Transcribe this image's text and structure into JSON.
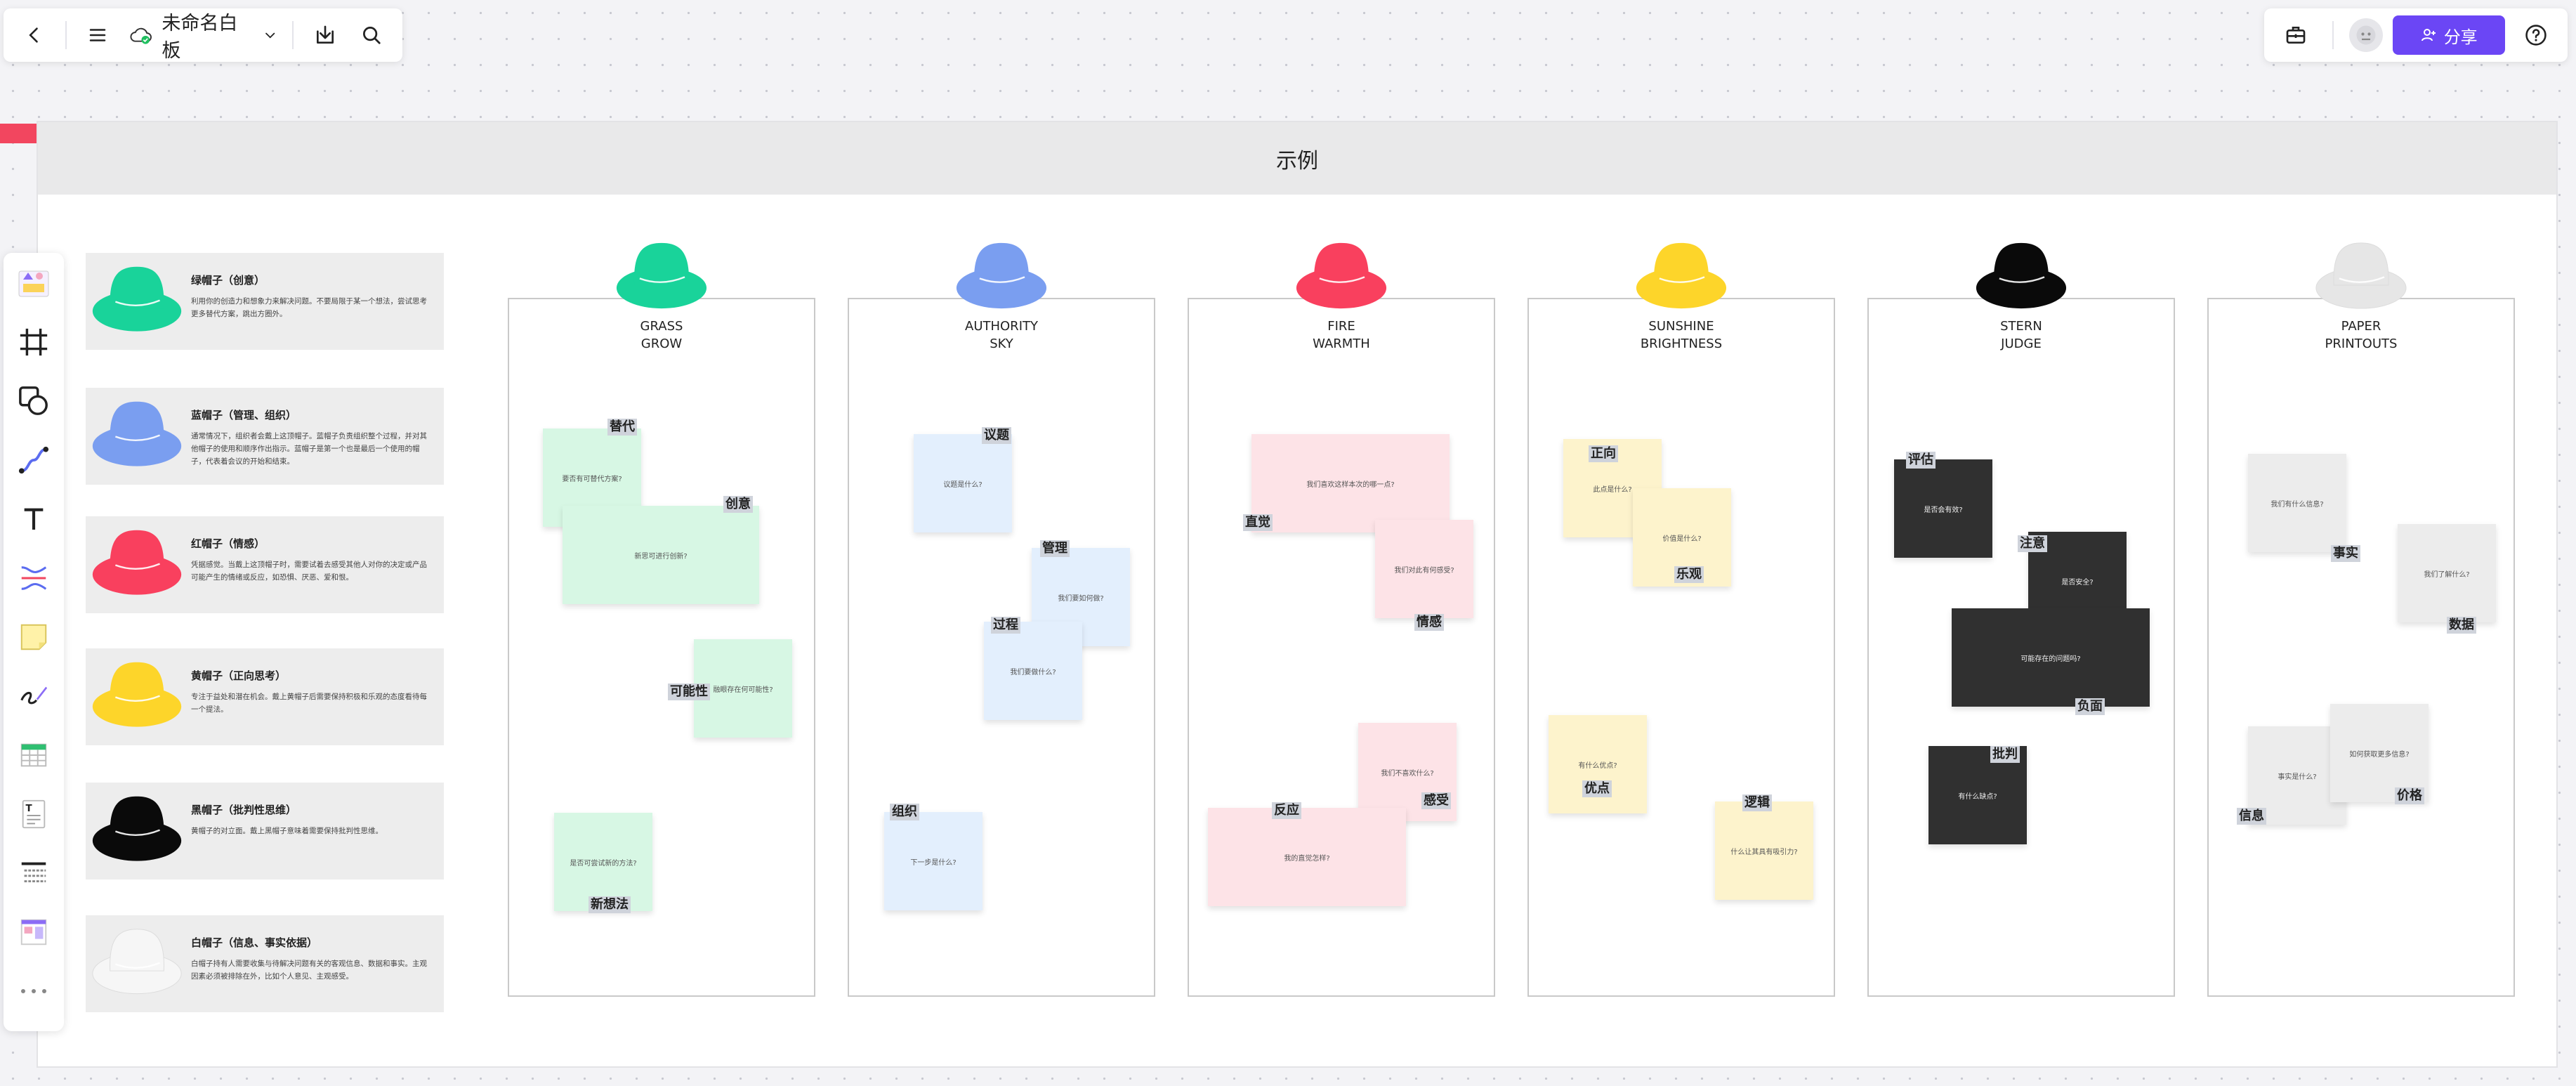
{
  "toolbar": {
    "title": "未命名白板"
  },
  "right_toolbar": {
    "share_label": "分享"
  },
  "frame": {
    "title": "示例"
  },
  "legend": [
    {
      "color": "#19d39a",
      "title": "绿帽子（创意）",
      "desc": "利用你的创造力和想象力来解决问题。不要局限于某一个想法，尝试思考更多替代方案，跳出方圈外。"
    },
    {
      "color": "#7a9ef0",
      "title": "蓝帽子（管理、组织）",
      "desc": "通常情况下，组织者会戴上这顶帽子。蓝帽子负责组织整个过程，并对其他帽子的使用和顺序作出指示。蓝帽子是第一个也是最后一个使用的帽子，代表着会议的开始和结束。"
    },
    {
      "color": "#f9405e",
      "title": "红帽子（情感）",
      "desc": "凭据感觉。当戴上这顶帽子时，需要试着去感受其他人对你的决定或产品可能产生的情绪或反应，如恐惧、厌恶、爱和恨。"
    },
    {
      "color": "#fdd52a",
      "title": "黄帽子（正向思考）",
      "desc": "专注于益处和潜在机会。戴上黄帽子后需要保持积极和乐观的态度看待每一个提法。"
    },
    {
      "color": "#0a0a0a",
      "title": "黑帽子（批判性思维）",
      "desc": "黄帽子的对立面。戴上黑帽子意味着需要保持批判性思维。"
    },
    {
      "color": "#f6f6f6",
      "title": "白帽子（信息、事实依据）",
      "desc": "白帽子持有人需要收集与待解决问题有关的客观信息、数据和事实。主观因素必须被排除在外，比如个人意见、主观感受。"
    }
  ],
  "columns": [
    {
      "color": "#19d39a",
      "line1": "GRASS",
      "line2": "GROW"
    },
    {
      "color": "#7a9ef0",
      "line1": "AUTHORITY",
      "line2": "SKY"
    },
    {
      "color": "#f9405e",
      "line1": "FIRE",
      "line2": "WARMTH"
    },
    {
      "color": "#fdd52a",
      "line1": "SUNSHINE",
      "line2": "BRIGHTNESS"
    },
    {
      "color": "#0a0a0a",
      "line1": "STERN",
      "line2": "JUDGE"
    },
    {
      "color": "#e6e6e6",
      "line1": "PAPER",
      "line2": "PRINTOUTS"
    }
  ],
  "stickies": {
    "g1": "要否有可替代方案?",
    "g2": "新思可进行创新?",
    "g3": "融眼存在何可能性?",
    "g4": "是否可尝试新的方法?",
    "b1": "议题是什么?",
    "b2": "我们要如何做?",
    "b3": "我们要做什么?",
    "b4": "下一步是什么?",
    "r1": "我们喜欢这样本次的哪一点?",
    "r2": "我们对此有何感受?",
    "r3": "我们不喜欢什么?",
    "r4": "我的直觉怎样?",
    "y1": "此点是什么?",
    "y2": "价值是什么?",
    "y3": "有什么优点?",
    "y4": "什么让其具有吸引力?",
    "d1": "是否会有效?",
    "d2": "是否安全?",
    "d3": "可能存在的问题吗?",
    "d4": "有什么缺点?",
    "w1": "我们有什么信息?",
    "w2": "我们了解什么?",
    "w3": "事实是什么?",
    "w4": "如何获取更多信息?"
  },
  "tags": {
    "g1": "替代",
    "g2": "创意",
    "g3": "可能性",
    "g4": "新想法",
    "b1": "议题",
    "b2": "管理",
    "b3": "过程",
    "b4": "组织",
    "r1": "直觉",
    "r2": "情感",
    "r3": "感受",
    "r4": "反应",
    "y1": "正向",
    "y2": "乐观",
    "y3": "优点",
    "y4": "逻辑",
    "d1": "评估",
    "d2": "注意",
    "d3": "负面",
    "d4": "批判",
    "w1": "事实",
    "w2": "数据",
    "w3": "信息",
    "w4": "价格"
  }
}
